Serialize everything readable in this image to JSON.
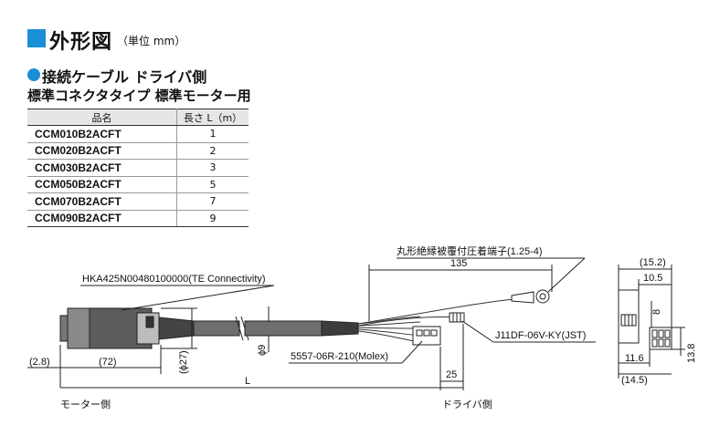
{
  "header": {
    "title": "外形図",
    "unit": "（単位 mm）",
    "accent_color": "#1a8fd6"
  },
  "section": {
    "title": "接続ケーブル ドライバ側",
    "subtitle": "標準コネクタタイプ 標準モーター用"
  },
  "table": {
    "headers": [
      "品名",
      "長さ L（m）"
    ],
    "rows": [
      {
        "part": "CCM010B2ACFT",
        "length": "1"
      },
      {
        "part": "CCM020B2ACFT",
        "length": "2"
      },
      {
        "part": "CCM030B2ACFT",
        "length": "3"
      },
      {
        "part": "CCM050B2ACFT",
        "length": "5"
      },
      {
        "part": "CCM070B2ACFT",
        "length": "7"
      },
      {
        "part": "CCM090B2ACFT",
        "length": "9"
      }
    ]
  },
  "drawing": {
    "labels": {
      "terminal": "丸形絶縁被覆付圧着端子(1.25-4)",
      "motor_connector": "HKA425N00480100000(TE Connectivity)",
      "molex": "5557-06R-210(Molex)",
      "jst": "J11DF-06V-KY(JST)",
      "motor_side": "モーター側",
      "driver_side": "ドライバ側"
    },
    "dims": {
      "d135": "135",
      "d2_8": "(2.8)",
      "d72": "(72)",
      "dphi27": "(ϕ27)",
      "dphi9": "ϕ9",
      "dL": "L",
      "d25": "25",
      "d15_2": "(15.2)",
      "d10_5": "10.5",
      "d8": "8",
      "d11_6": "11.6",
      "d14_5": "(14.5)",
      "d13_8": "13.8"
    }
  }
}
